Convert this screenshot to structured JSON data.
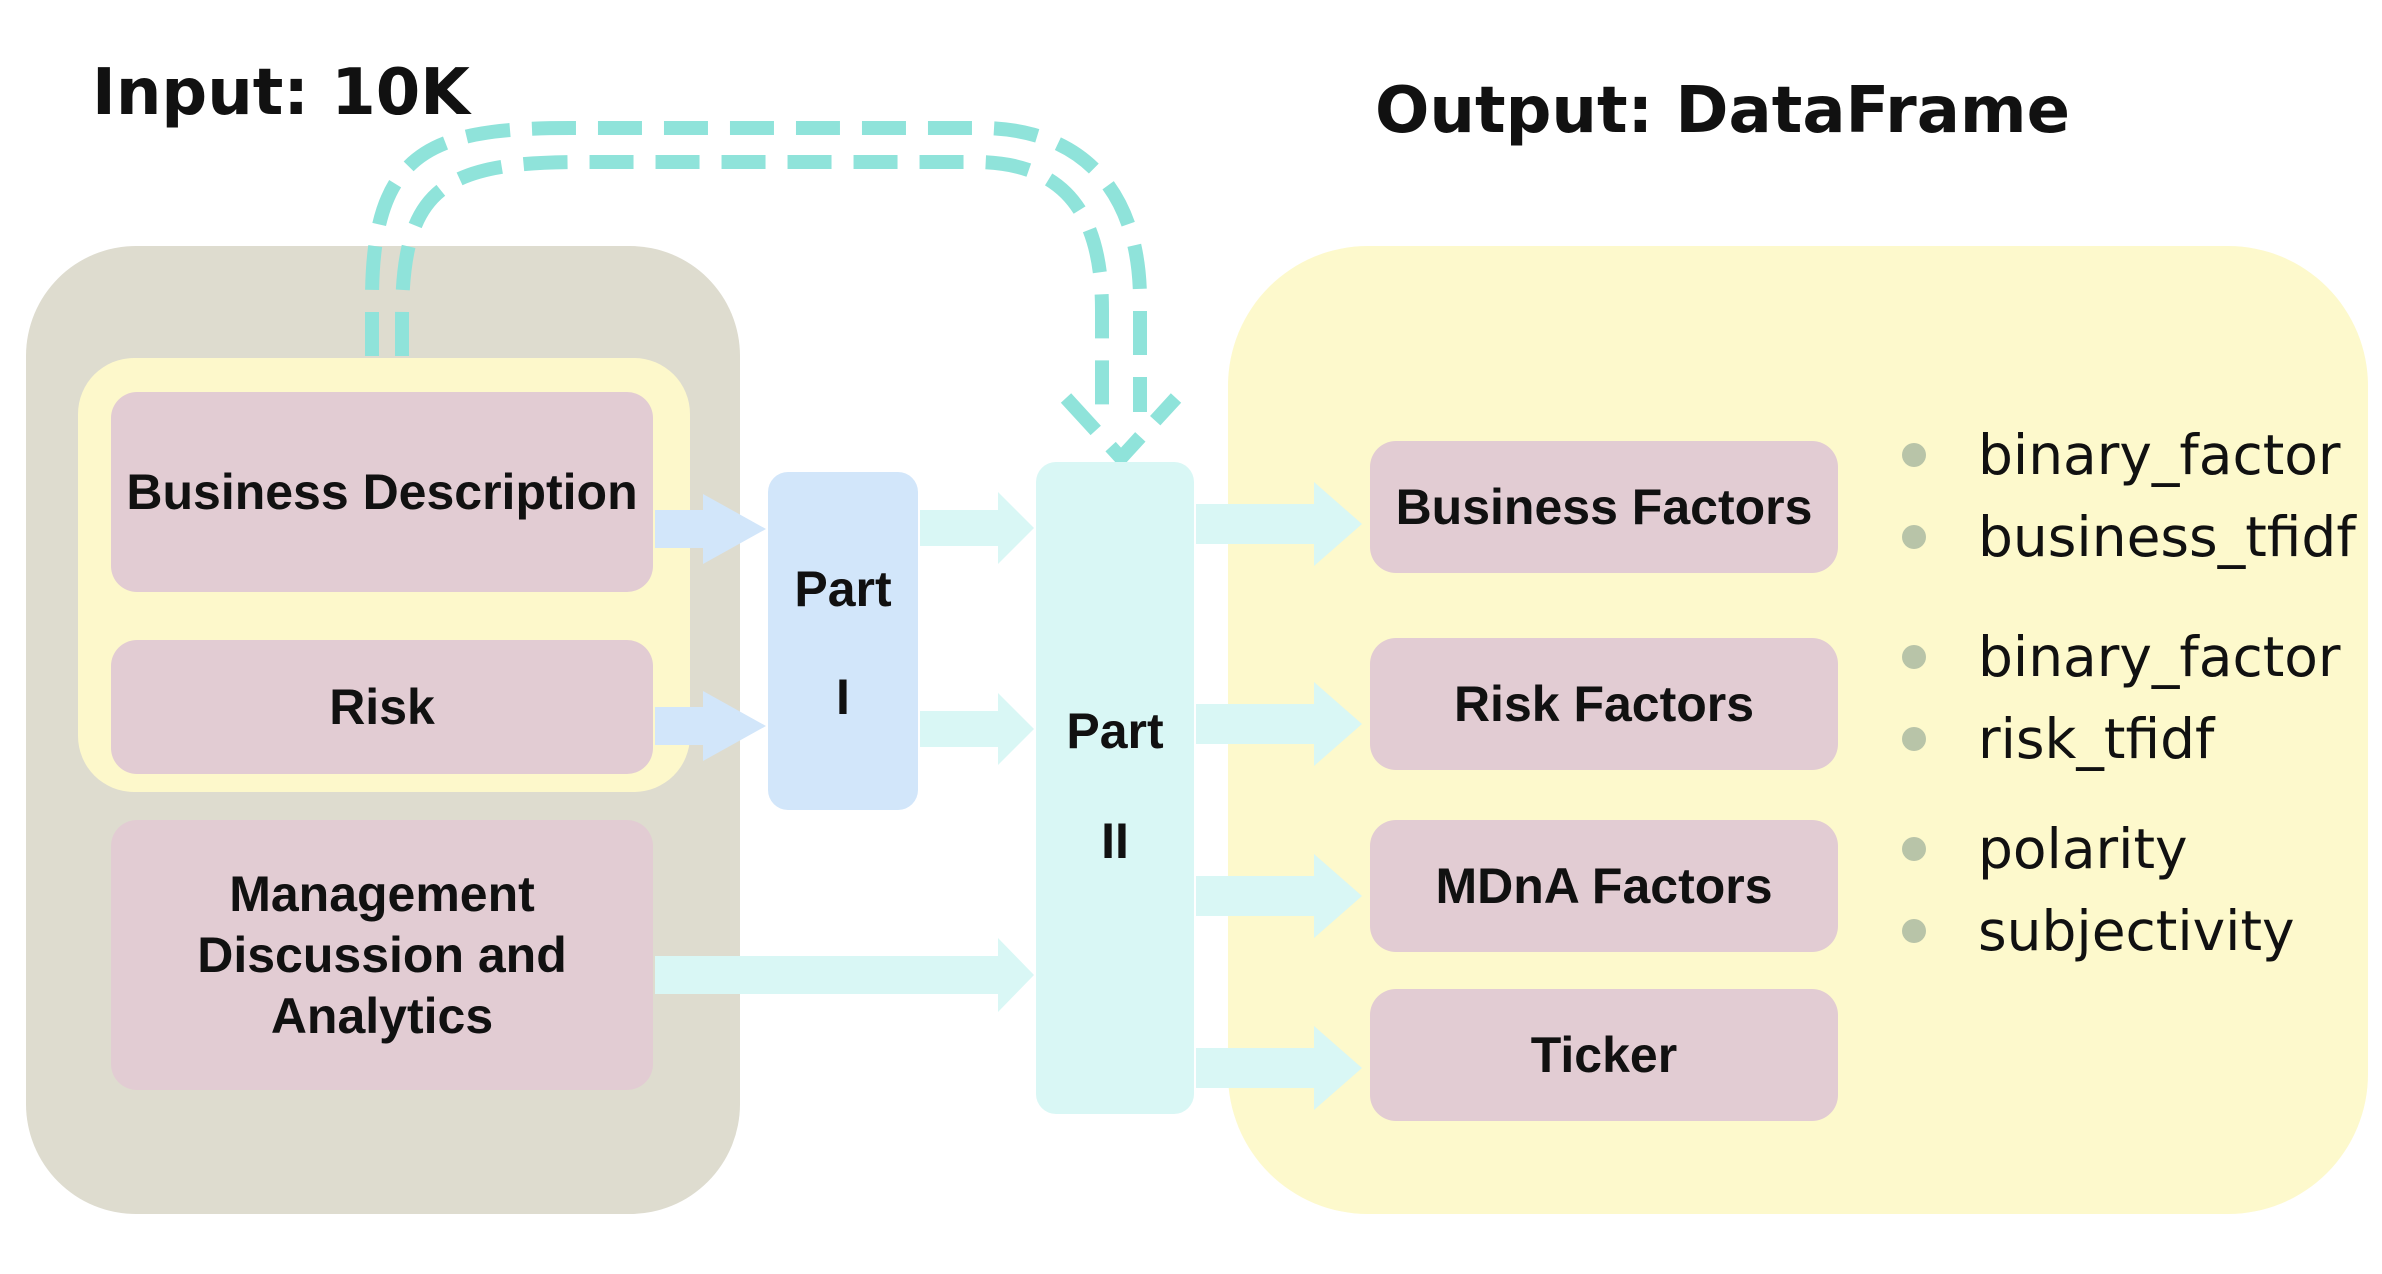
{
  "input_title": "Input: 10K",
  "output_title": "Output: DataFrame",
  "input_sections": {
    "business": "Business Description",
    "risk": "Risk",
    "mdna": "Management Discussion and Analytics"
  },
  "part1": {
    "word": "Part",
    "numeral": "I"
  },
  "part2": {
    "word": "Part",
    "numeral": "II"
  },
  "outputs": [
    {
      "label": "Business Factors",
      "fields": [
        "binary_factor",
        "business_tfidf"
      ]
    },
    {
      "label": "Risk Factors",
      "fields": [
        "binary_factor",
        "risk_tfidf"
      ]
    },
    {
      "label": "MDnA Factors",
      "fields": [
        "polarity",
        "subjectivity"
      ]
    },
    {
      "label": "Ticker",
      "fields": []
    }
  ],
  "colors": {
    "input_panel": "#dedccf",
    "output_panel": "#fdf9cc",
    "section_box": "#e2ccd3",
    "part1": "#d2e6fa",
    "part2": "#d9f7f5",
    "dashed_arrow": "#8fe3da",
    "bullet": "#b8c4a8"
  }
}
